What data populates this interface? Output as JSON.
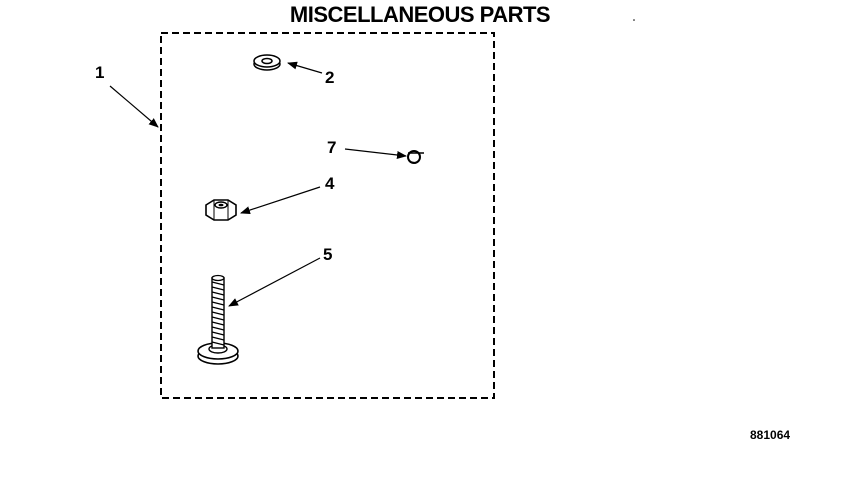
{
  "title": "MISCELLANEOUS PARTS",
  "callouts": {
    "kit": "1",
    "washer": "2",
    "clip": "7",
    "nut": "4",
    "bolt": "5"
  },
  "diagram_code": "881064"
}
